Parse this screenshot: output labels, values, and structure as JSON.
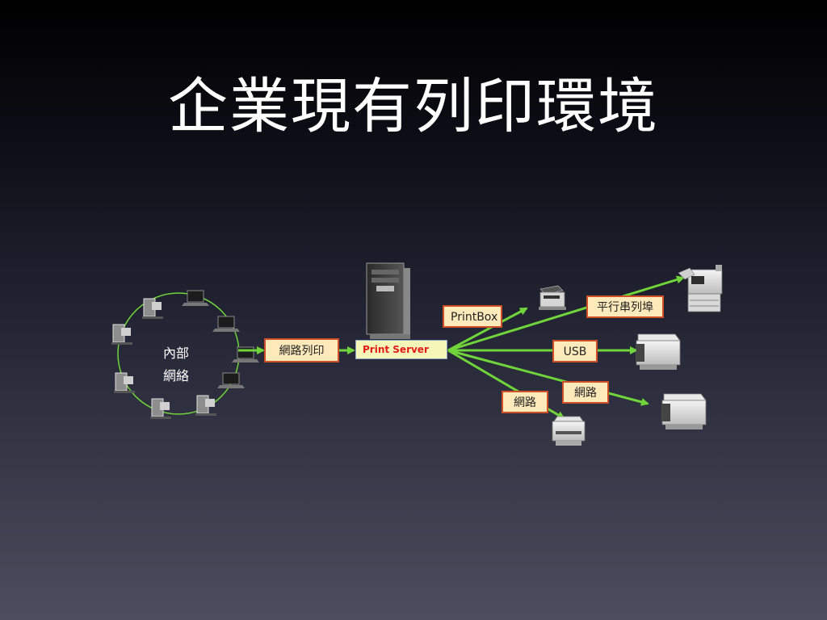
{
  "title": "企業現有列印環境",
  "network": {
    "line1": "內部",
    "line2": "網絡"
  },
  "labels": {
    "network_print": "網路列印",
    "print_server": "Print Server",
    "printbox": "PrintBox",
    "parallel_serial": "平行串列埠",
    "usb": "USB",
    "network_a": "網路",
    "network_b": "網路"
  },
  "colors": {
    "arrow": "#6fd53a",
    "label_border": "#cf4f26",
    "label_fill": "#fdeabb"
  }
}
